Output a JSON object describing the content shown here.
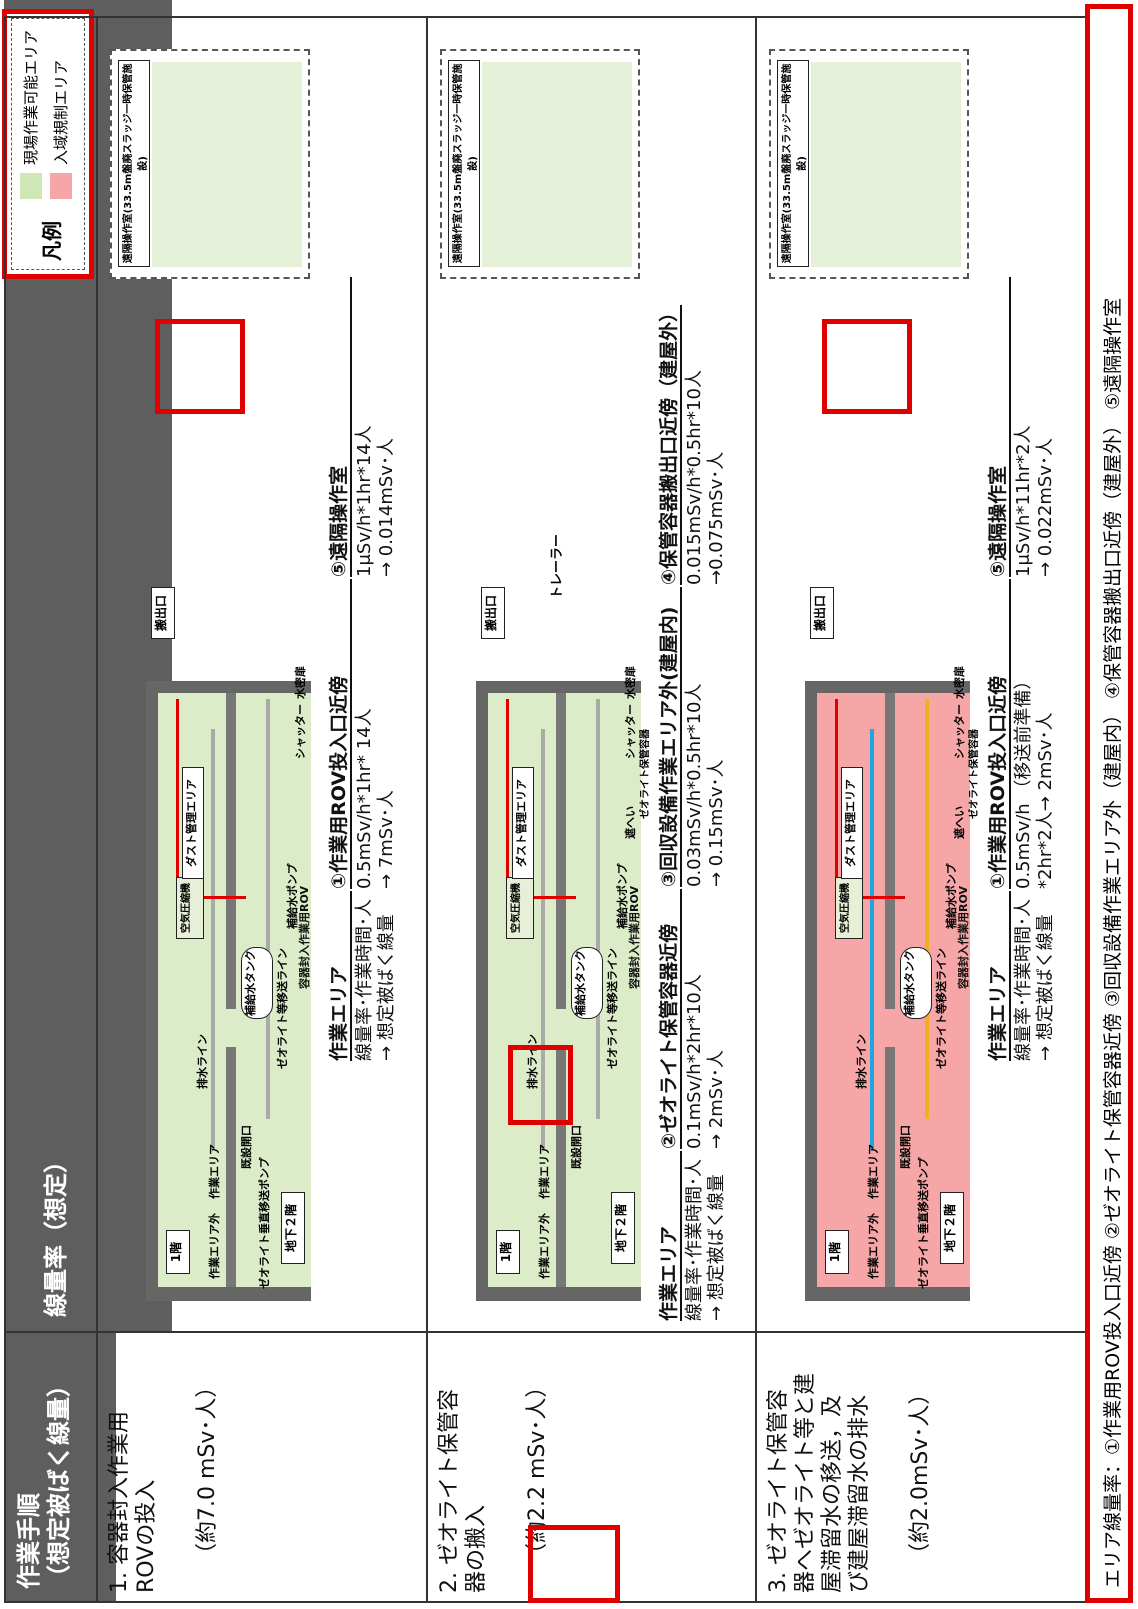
{
  "header": {
    "procedure_title": "作業手順",
    "procedure_subtitle": "（想定被ばく線量）",
    "dose_rate_title": "線量率（想定）",
    "legend_title": "凡例",
    "legend_items": [
      {
        "label": "現場作業可能エリア",
        "color": "#cfe7b4"
      },
      {
        "label": "入域規制エリア",
        "color": "#f6a6a6"
      }
    ]
  },
  "rows": [
    {
      "step_lines": [
        "1. 容器封入作業用",
        "ROVの投入"
      ],
      "dose_total": "（約7.0 mSv･人）",
      "area_color": "#dcecc9",
      "labels": {
        "floor1": "1階",
        "b2": "地下２階",
        "work_area": "作業エリア",
        "work_area_out": "作業エリア外",
        "opening": "既設開口",
        "drain_line": "排水ライン",
        "tank": "補給水タンク",
        "compressor": "空気圧縮機",
        "pump": "補給水ポンプ",
        "dust": "ダスト管理エリア",
        "zeolite_line": "ゼオライト等移送ライン",
        "shutter": "シャッター",
        "watertight": "水密扉",
        "carry_out": "搬出口",
        "vertical_pump": "ゼオライト垂直移送ポンプ",
        "rov": "容器封入作業用ROV",
        "office": "遠隔操作室(33.5m盤廃スラッジ一時保管施設)"
      },
      "dose_tables": [
        {
          "title": "作業エリア",
          "lines": [
            "線量率･作業時間･人",
            "→ 想定被ばく線量"
          ]
        },
        {
          "title": "①作業用ROV投入口近傍",
          "lines": [
            "0.5mSv/h*1hr* 14人",
            "→ 7mSv･人"
          ]
        },
        {
          "title": "⑤遠隔操作室",
          "lines": [
            "1μSv/h*1hr*14人",
            "→ 0.014mSv･人"
          ]
        }
      ]
    },
    {
      "step_lines": [
        "2. ゼオライト保管容",
        "器の搬入"
      ],
      "dose_total": "（約2.2 mSv･人）",
      "area_color": "#dcecc9",
      "labels": {
        "floor1": "1階",
        "b2": "地下２階",
        "work_area": "作業エリア",
        "work_area_out": "作業エリア外",
        "opening": "既設開口",
        "drain_line": "排水ライン",
        "tank": "補給水タンク",
        "compressor": "空気圧縮機",
        "pump": "補給水ポンプ",
        "dust": "ダスト管理エリア",
        "zeolite_line": "ゼオライト等移送ライン",
        "shutter": "シャッター",
        "watertight": "水密扉",
        "carry_out": "搬出口",
        "rov": "容器封入作業用ROV",
        "trailer": "トレーラー",
        "shield": "遮へい",
        "container": "ゼオライト保管容器",
        "office": "遠隔操作室(33.5m盤廃スラッジ一時保管施設)"
      },
      "dose_tables": [
        {
          "title": "作業エリア",
          "lines": [
            "線量率･作業時間･人",
            "→ 想定被ばく線量"
          ]
        },
        {
          "title": "②ゼオライト保管容器近傍",
          "lines": [
            "0.1mSv/h*2hr*10人",
            "→ 2mSv･人"
          ]
        },
        {
          "title": "③回収設備作業エリア外(建屋内)",
          "lines": [
            "0.03mSv/h*0.5hr*10人",
            "→ 0.15mSv･人"
          ]
        },
        {
          "title": "④保管容器搬出口近傍（建屋外）",
          "lines": [
            "0.015mSv/h*0.5hr*10人",
            "→0.075mSv･人"
          ]
        }
      ]
    },
    {
      "step_lines": [
        "3. ゼオライト保管容",
        "器へゼオライト等と建",
        "屋滞留水の移送，及",
        "び建屋滞留水の排水"
      ],
      "dose_total": "（約2.0mSv･人）",
      "area_color": "#f6a6a6",
      "labels": {
        "floor1": "1階",
        "b2": "地下２階",
        "work_area": "作業エリア",
        "work_area_out": "作業エリア外",
        "opening": "既設開口",
        "drain_line": "排水ライン",
        "tank": "補給水タンク",
        "compressor": "空気圧縮機",
        "pump": "補給水ポンプ",
        "dust": "ダスト管理エリア",
        "zeolite_line": "ゼオライト等移送ライン",
        "shutter": "シャッター",
        "watertight": "水密扉",
        "carry_out": "搬出口",
        "vertical_pump": "ゼオライト垂直移送ポンプ",
        "rov": "容器封入作業用ROV",
        "shield": "遮へい",
        "container": "ゼオライト保管容器",
        "office": "遠隔操作室(33.5m盤廃スラッジ一時保管施設)"
      },
      "dose_tables": [
        {
          "title": "作業エリア",
          "lines": [
            "線量率･作業時間･人",
            "→ 想定被ばく線量"
          ]
        },
        {
          "title": "①作業用ROV投入口近傍",
          "lines": [
            "0.5mSv/h （移送前準備）",
            "*2hr*2人→ 2mSv･人"
          ]
        },
        {
          "title": "⑤遠隔操作室",
          "lines": [
            "1μSv/h*11hr*2人",
            "→ 0.022mSv･人"
          ]
        }
      ]
    }
  ],
  "footer": {
    "text": "エリア線量率：①作業用ROV投入口近傍 ②ゼオライト保管容器近傍 ③回収設備作業エリア外（建屋内） ④保管容器搬出口近傍（建屋外） ⑤遠隔操作室"
  }
}
